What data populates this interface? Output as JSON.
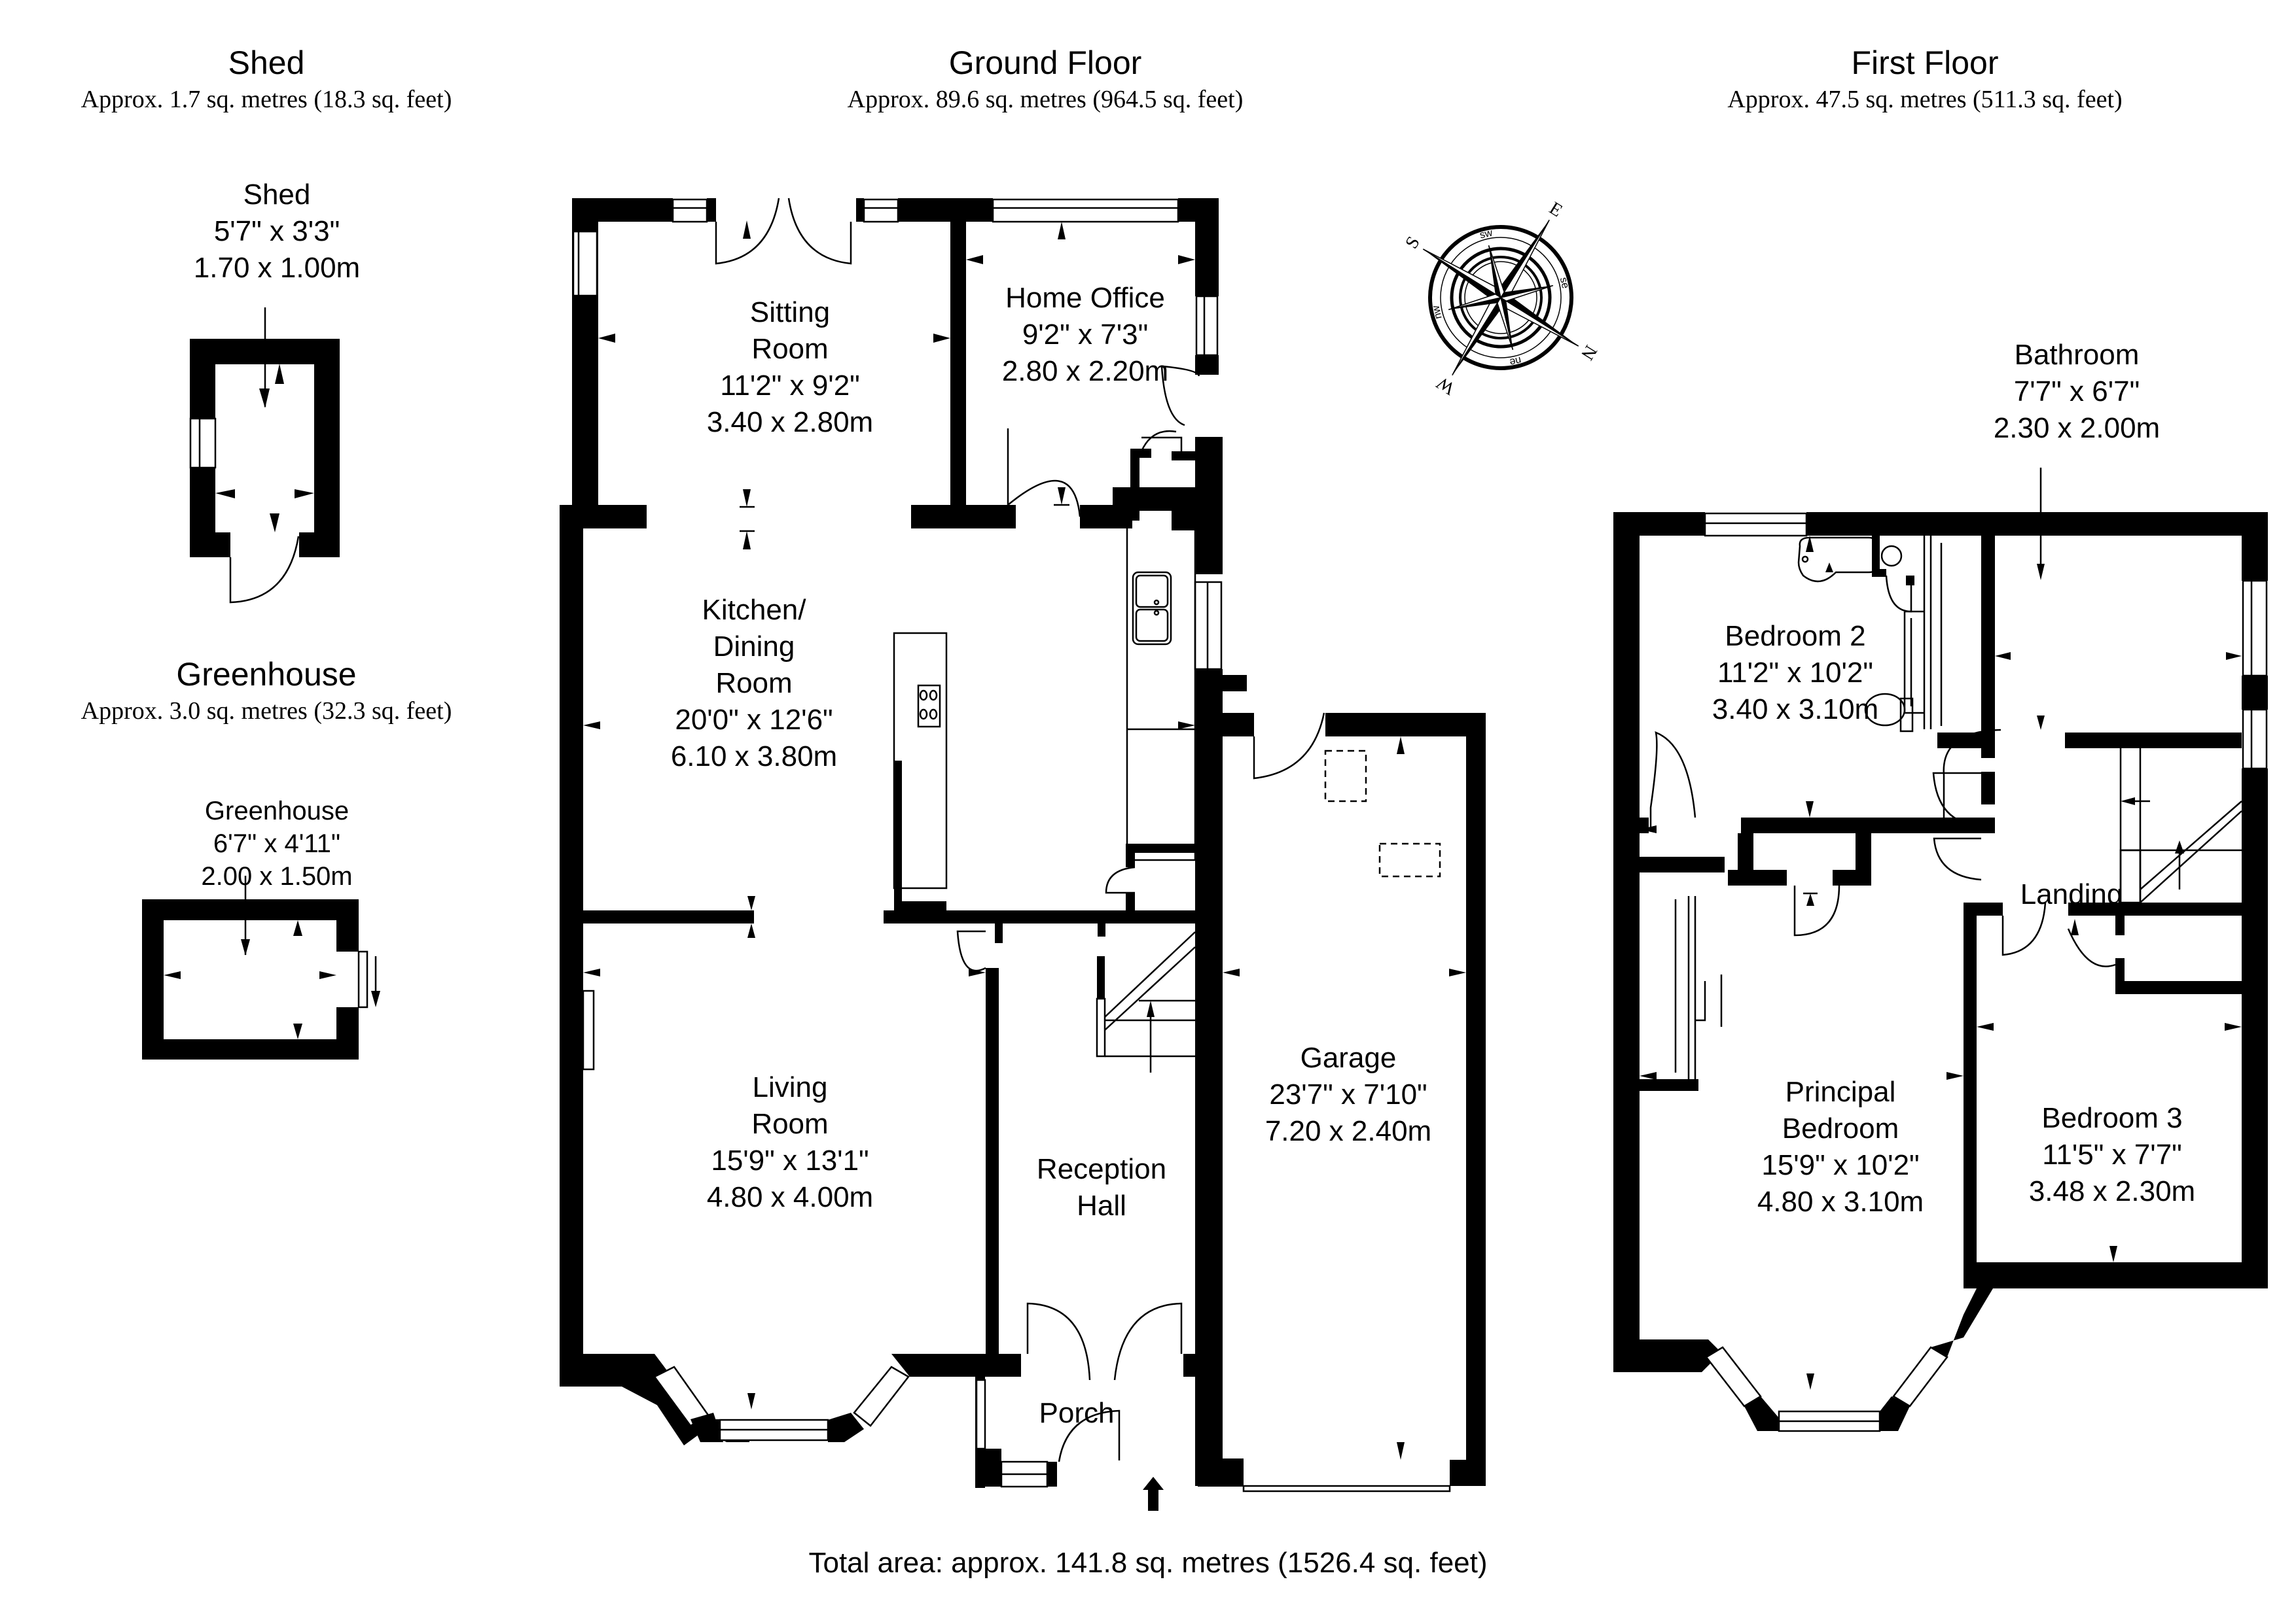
{
  "sections": {
    "shed": {
      "title": "Shed",
      "area": "Approx. 1.7 sq. metres (18.3 sq. feet)"
    },
    "greenhouse": {
      "title": "Greenhouse",
      "area": "Approx. 3.0 sq. metres (32.3 sq. feet)"
    },
    "ground_floor": {
      "title": "Ground Floor",
      "area": "Approx. 89.6 sq. metres (964.5 sq. feet)"
    },
    "first_floor": {
      "title": "First Floor",
      "area": "Approx. 47.5 sq. metres (511.3 sq. feet)"
    }
  },
  "rooms": {
    "shed": {
      "name": [
        "Shed"
      ],
      "imperial": "5'7\" x 3'3\"",
      "metric": "1.70 x 1.00m"
    },
    "greenhouse": {
      "name": [
        "Greenhouse"
      ],
      "imperial": "6'7\" x 4'11\"",
      "metric": "2.00 x 1.50m"
    },
    "sitting_room": {
      "name": [
        "Sitting",
        "Room"
      ],
      "imperial": "11'2\" x 9'2\"",
      "metric": "3.40 x 2.80m"
    },
    "home_office": {
      "name": [
        "Home Office"
      ],
      "imperial": "9'2\" x 7'3\"",
      "metric": "2.80 x 2.20m"
    },
    "kitchen_dining": {
      "name": [
        "Kitchen/",
        "Dining",
        "Room"
      ],
      "imperial": "20'0\" x 12'6\"",
      "metric": "6.10 x 3.80m"
    },
    "living_room": {
      "name": [
        "Living",
        "Room"
      ],
      "imperial": "15'9\" x 13'1\"",
      "metric": "4.80 x 4.00m"
    },
    "reception_hall": {
      "name": [
        "Reception",
        "Hall"
      ]
    },
    "porch": {
      "name": [
        "Porch"
      ]
    },
    "garage": {
      "name": [
        "Garage"
      ],
      "imperial": "23'7\" x 7'10\"",
      "metric": "7.20 x 2.40m"
    },
    "bathroom": {
      "name": [
        "Bathroom"
      ],
      "imperial": "7'7\" x 6'7\"",
      "metric": "2.30 x 2.00m"
    },
    "bedroom_2": {
      "name": [
        "Bedroom 2"
      ],
      "imperial": "11'2\" x 10'2\"",
      "metric": "3.40 x 3.10m"
    },
    "landing": {
      "name": [
        "Landing"
      ]
    },
    "principal_bedroom": {
      "name": [
        "Principal",
        "Bedroom"
      ],
      "imperial": "15'9\" x 10'2\"",
      "metric": "4.80 x 3.10m"
    },
    "bedroom_3": {
      "name": [
        "Bedroom 3"
      ],
      "imperial": "11'5\" x 7'7\"",
      "metric": "3.48 x 2.30m"
    }
  },
  "compass": {
    "labels": [
      "N",
      "E",
      "S",
      "W",
      "ne",
      "se",
      "sw",
      "nw"
    ],
    "icon": "compass-rose-icon"
  },
  "entrance_icon": "entrance-arrow-icon",
  "total_area": "Total area: approx. 141.8 sq. metres (1526.4 sq. feet)"
}
